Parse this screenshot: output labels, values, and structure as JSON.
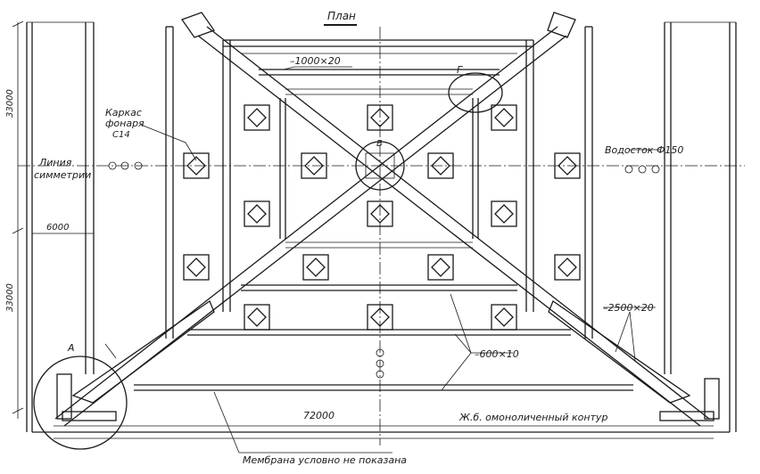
{
  "title": "План",
  "labels": {
    "plate_top": "–1000×20",
    "node_g": "Г",
    "node_v": "В",
    "node_a": "А",
    "lantern_frame_line1": "Каркас",
    "lantern_frame_line2": "фонаря",
    "lantern_frame_line3": "С14",
    "symmetry_line1": "Линия",
    "symmetry_line2": "симметрии",
    "drain": "Водосток Ф150",
    "plate_right": "–2500×20",
    "plate_bottom": "–600×10",
    "concrete_contour": "Ж.б. омоноличенный контур",
    "membrane_note": "Мембрана условно не показана"
  },
  "dimensions": {
    "upper_half": "33000",
    "lower_half": "33000",
    "offset": "6000",
    "total_width": "72000"
  },
  "colors": {
    "ink": "#1a1a1a",
    "paper": "#ffffff"
  }
}
